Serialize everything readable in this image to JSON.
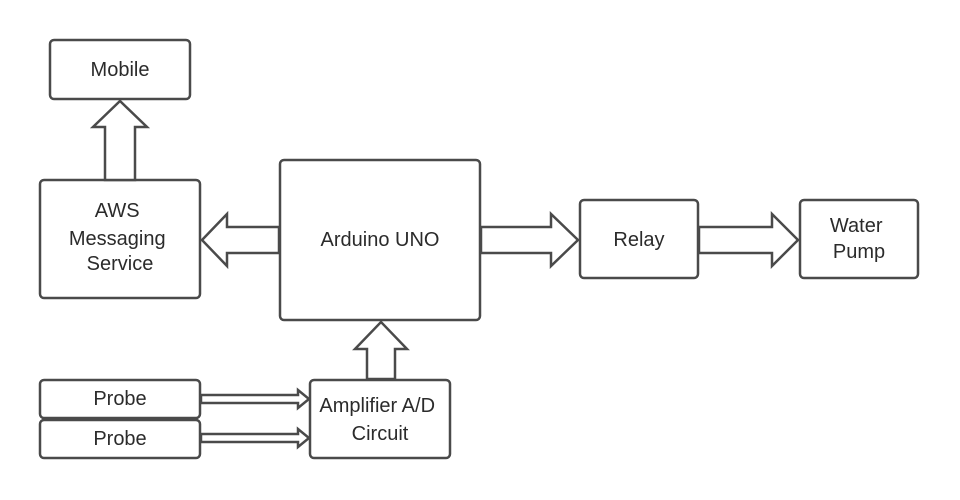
{
  "diagram": {
    "nodes": {
      "mobile": {
        "lines": [
          "Mobile"
        ]
      },
      "aws": {
        "lines": [
          "AWS",
          "Messaging",
          "Service"
        ]
      },
      "arduino": {
        "lines": [
          "Arduino UNO"
        ]
      },
      "relay": {
        "lines": [
          "Relay"
        ]
      },
      "pump": {
        "lines": [
          "Water",
          "Pump"
        ]
      },
      "probe1": {
        "lines": [
          "Probe"
        ]
      },
      "probe2": {
        "lines": [
          "Probe"
        ]
      },
      "amplifier": {
        "lines": [
          "Amplifier A/D",
          "Circuit"
        ]
      }
    },
    "edges": [
      {
        "from": "aws",
        "to": "mobile"
      },
      {
        "from": "arduino",
        "to": "aws"
      },
      {
        "from": "arduino",
        "to": "relay"
      },
      {
        "from": "relay",
        "to": "pump"
      },
      {
        "from": "amplifier",
        "to": "arduino"
      },
      {
        "from": "probe1",
        "to": "amplifier"
      },
      {
        "from": "probe2",
        "to": "amplifier"
      }
    ],
    "colors": {
      "stroke": "#4a4a4a",
      "fill": "#ffffff",
      "text": "#2b2b2b"
    }
  }
}
